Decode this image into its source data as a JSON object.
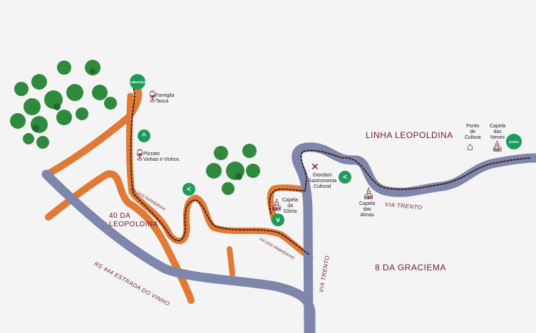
{
  "regions": {
    "linha": "LINHA LEOPOLDINA",
    "leopoldina": "40 DA\nLEOPOLDINA",
    "graciema": "8 DA GRACIEMA"
  },
  "roads": {
    "rs444": "RS 444 ESTRADA DO VINHO",
    "trento_v": "VIA TRENTO",
    "trento_h": "VIA TRENTO",
    "parreirais1": "VIA DOS PARREIRAIS",
    "parreirais2": "VIA DOS PARREIRAIS"
  },
  "markers": {
    "start": "CHEGADA",
    "end": "SAÍDA"
  },
  "pois": [
    {
      "name": "Famiglia\nTasca",
      "icon": "wine-glass-icon"
    },
    {
      "name": "Pizzato\nVinhas e Vinhos",
      "icon": "wine-glass-icon"
    },
    {
      "name": "Capela\nda\nGlória",
      "icon": "chapel-icon"
    },
    {
      "name": "Giordani\nGastronomia\nCultural",
      "icon": "fork-knife-icon"
    },
    {
      "name": "Capela\ndas\nAlmas",
      "icon": "chapel-icon"
    },
    {
      "name": "Ponto\nde\nCultura",
      "icon": "house-icon"
    },
    {
      "name": "Capela\ndas\nNeves",
      "icon": "chapel-icon"
    }
  ],
  "arrows": [
    "^",
    "<",
    "v",
    "<"
  ],
  "colors": {
    "road": "#7f86ab",
    "route": "#e07a35",
    "accent": "#6e1b34",
    "green": "#1f9a5c"
  }
}
